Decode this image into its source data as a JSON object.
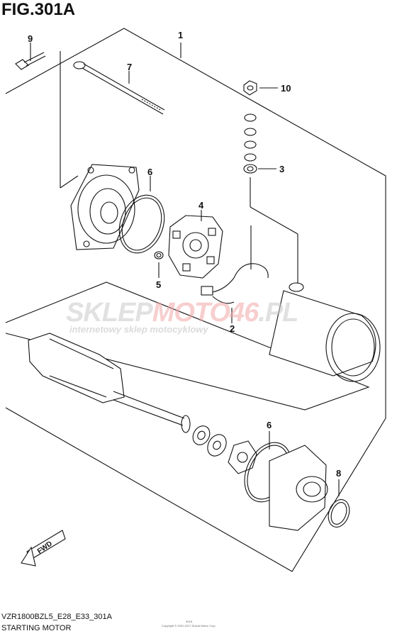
{
  "figure": {
    "title": "FIG.301A",
    "model_code": "VZR1800BZL5_E28_E33_301A",
    "caption": "STARTING MOTOR",
    "footer_note": "Copyright © 2001-2017 Suzuki Motor Corp.",
    "ref_code": "301A"
  },
  "watermark": {
    "part1": "SKLEP",
    "part2": "MOTO46",
    "part3": ".PL",
    "subtitle": "internetowy sklep motocyklowy"
  },
  "fwd_label": "FWD",
  "callouts": [
    "1",
    "2",
    "3",
    "4",
    "5",
    "6",
    "6",
    "7",
    "8",
    "9",
    "10"
  ],
  "colors": {
    "line": "#111111",
    "watermark_red": "#e05050",
    "watermark_grey": "#c0c0c0"
  }
}
